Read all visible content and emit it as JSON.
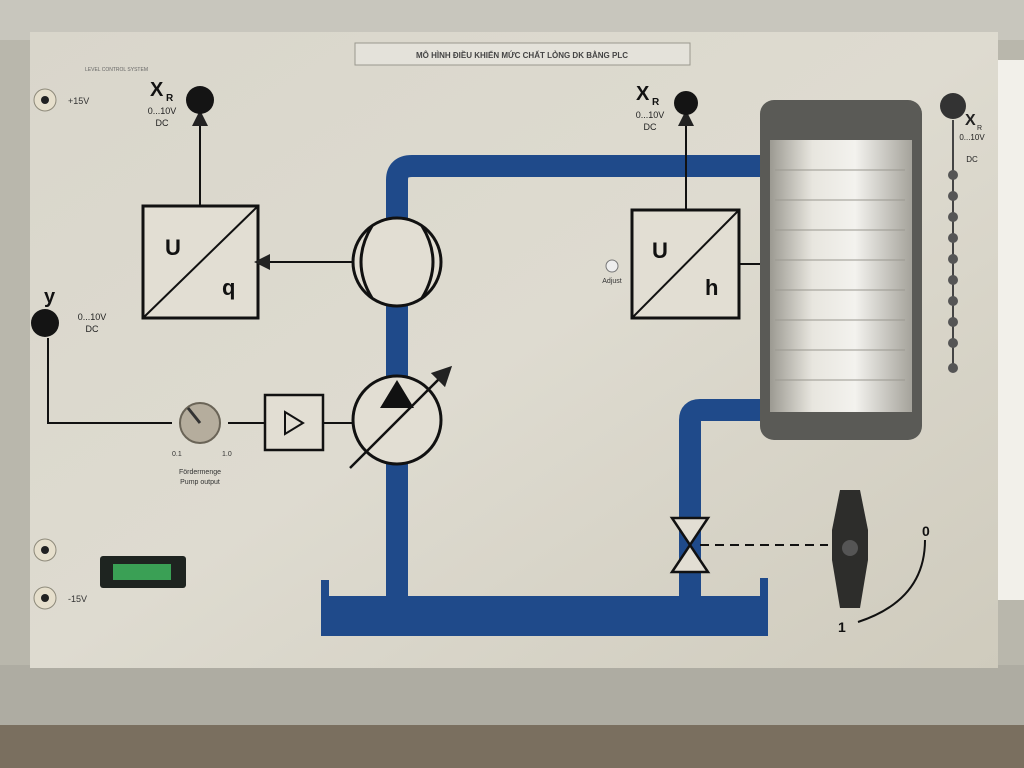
{
  "panel": {
    "title": "MÔ HÌNH ĐIỀU KHIỂN MỨC CHẤT LỎNG DK BẰNG PLC",
    "subtitle": "LEVEL CONTROL SYSTEM",
    "plus_label": "+15V",
    "minus_label": "-15V"
  },
  "flow_output": {
    "symbol": "X",
    "sub": "R",
    "range": "0...10V",
    "unit": "DC"
  },
  "flow_converter": {
    "top": "U",
    "bottom": "q"
  },
  "input": {
    "symbol": "y",
    "range": "0...10V",
    "unit": "DC"
  },
  "pump_knob": {
    "min": "0.1",
    "max": "1.0",
    "label_de": "Fördermenge",
    "label_en": "Pump output"
  },
  "level_output": {
    "symbol": "X",
    "sub": "R",
    "range": "0...10V",
    "unit": "DC"
  },
  "level_converter": {
    "top": "U",
    "bottom": "h",
    "adjust": "Adjust"
  },
  "tank_output": {
    "symbol": "X",
    "sub": "R",
    "range": "0...10V",
    "unit": "DC"
  },
  "valve_switch": {
    "pos_open": "0",
    "pos_closed": "1"
  },
  "colors": {
    "pipe": "#1f4a8a",
    "panel": "#dcd8cb",
    "frame": "#bdbbb0"
  }
}
